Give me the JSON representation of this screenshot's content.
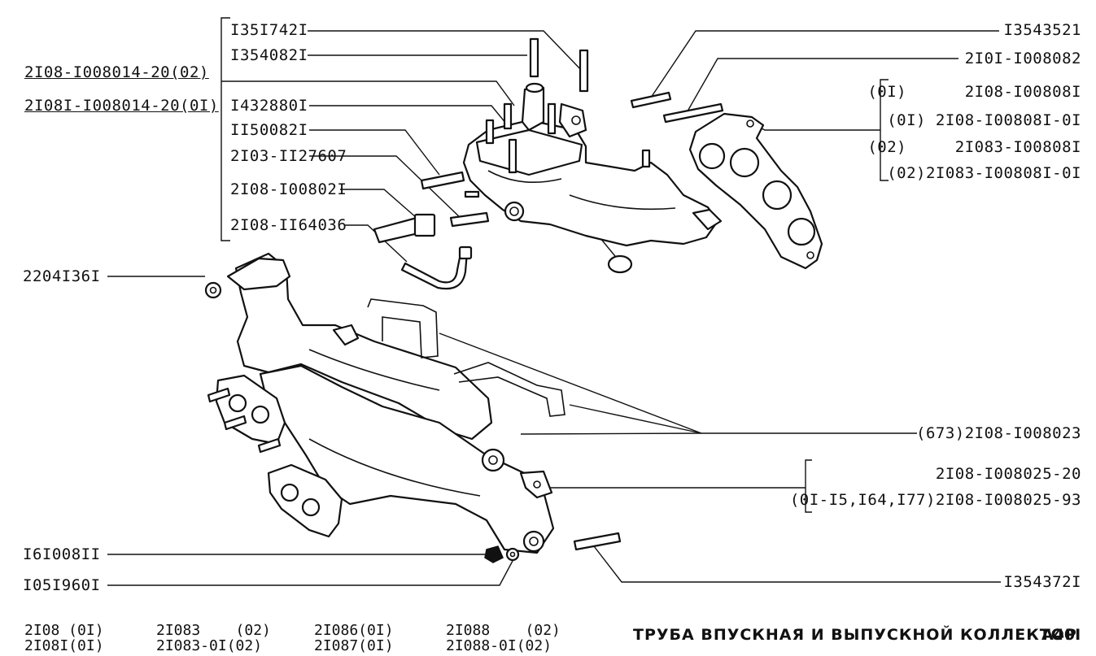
{
  "labels": {
    "l_1351742": "I35I742I",
    "l_1354082": "I354082I",
    "l_1432880": "I432880I",
    "l_1150082": "II50082I",
    "l_2103_1127607": "2I03-II27607",
    "l_2108_1008021": "2I08-I00802I",
    "l_2108_1164036": "2I08-II64036",
    "l_2108_100814": "2I08-I008014-20(02)",
    "l_21081_100814": "2I08I-I008014-20(0I)",
    "l_220413": "2204I36I",
    "l_161008": "I6I008II",
    "l_105196": "I05I960I",
    "l_1354352": "I3543521",
    "l_2101_1008082": "2I0I-I008082",
    "l_g1": "(0I)      2I08-I00808I",
    "l_g2": "(0I) 2I08-I00808I-0I",
    "l_g3": "(02)     2I083-I00808I",
    "l_g4": "(02)2I083-I00808I-0I",
    "l_673": "(673)2I08-I008023",
    "l_1008025_20": "2I08-I008025-20",
    "l_1008025_93": "(0I-I5,I64,I77)2I08-I008025-93",
    "l_1354372": "I354372I"
  },
  "footer": {
    "c1a": "2I08 (0I)",
    "c1b": "2I08I(0I)",
    "c2a": "2I083    (02)",
    "c2b": "2I083-0I(02)",
    "c3a": "2I086(0I)",
    "c3b": "2I087(0I)",
    "c4a": "2I088    (02)",
    "c4b": "2I088-0I(02)",
    "title": "ТРУБА ВПУСКНАЯ И ВЫПУСКНОЙ КОЛЛЕКТОР",
    "sheet": "A40I"
  }
}
